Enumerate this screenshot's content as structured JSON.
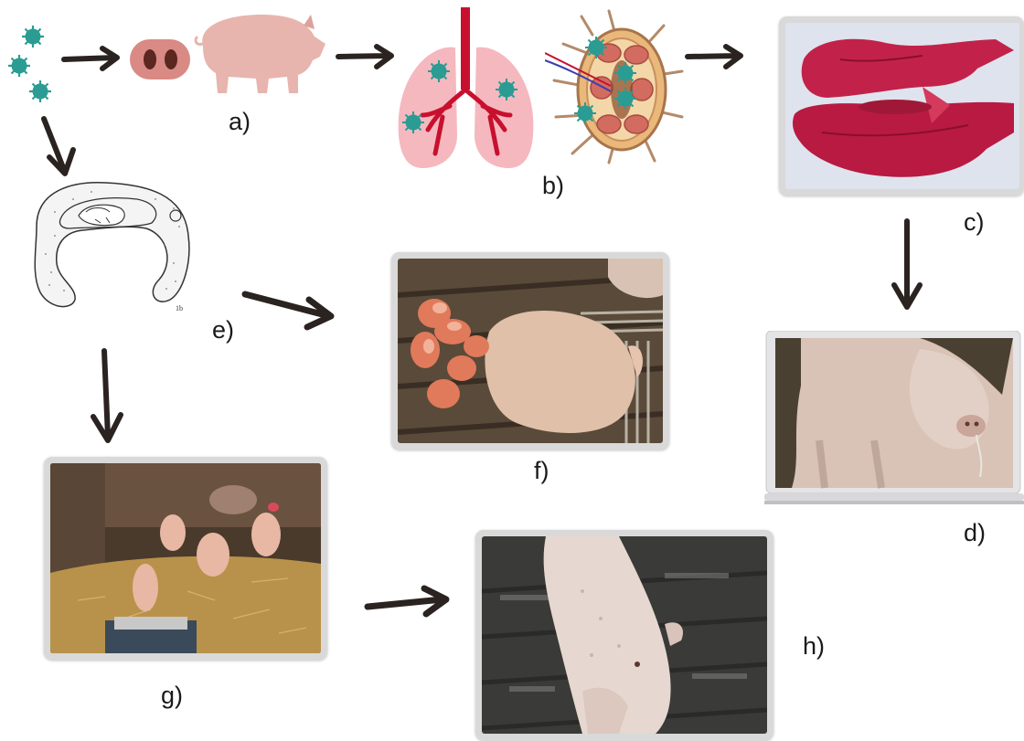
{
  "panels": [
    {
      "id": "a",
      "label": "a)"
    },
    {
      "id": "b",
      "label": "b)"
    },
    {
      "id": "c",
      "label": "c)"
    },
    {
      "id": "d",
      "label": "d)"
    },
    {
      "id": "e",
      "label": "e)"
    },
    {
      "id": "f",
      "label": "f)"
    },
    {
      "id": "g",
      "label": "g)"
    },
    {
      "id": "h",
      "label": "h)"
    }
  ],
  "figure_text": {
    "placenta_drawing_tag": "1b"
  },
  "colors": {
    "virus": "#2a9c93",
    "pig": "#e8b4ae",
    "snout": "#d98a84",
    "nostril": "#5b2720",
    "lung": "#f5b8bf",
    "vessel": "#c8102e",
    "arrow": "#2a2320",
    "frame": "#d9d9d9"
  },
  "icons": [
    "virus-icon",
    "snout-icon",
    "pig-silhouette-icon",
    "lungs-icon",
    "lymph-node-icon",
    "placenta-fetus-icon"
  ]
}
